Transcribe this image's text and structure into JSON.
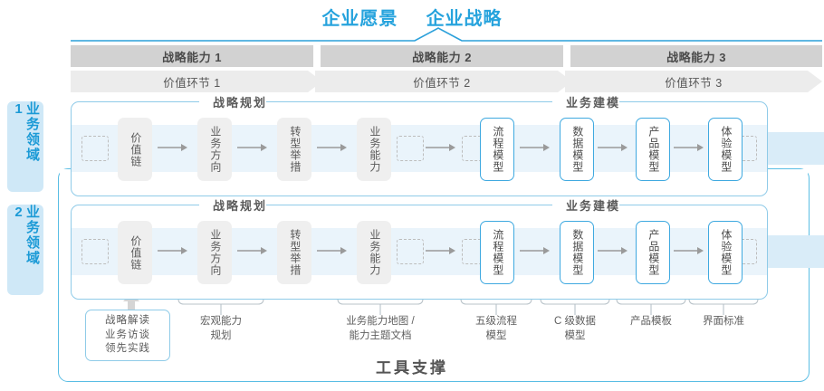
{
  "header": {
    "title_left": "企业愿景",
    "title_right": "企业战略",
    "accent_color": "#26a3dd"
  },
  "capabilities": [
    {
      "label": "战略能力 1"
    },
    {
      "label": "战略能力 2"
    },
    {
      "label": "战略能力 3"
    }
  ],
  "value_chain": [
    {
      "label": "价值环节 1"
    },
    {
      "label": "价值环节 2"
    },
    {
      "label": "价值环节 3"
    }
  ],
  "domains": [
    {
      "side_label": "业务领域 1",
      "sections": [
        {
          "title": "战略规划"
        },
        {
          "title": "业务建模"
        }
      ],
      "nodes": [
        {
          "label": "价值链",
          "style": "gray"
        },
        {
          "label": "业务方向",
          "style": "gray"
        },
        {
          "label": "转型举措",
          "style": "gray"
        },
        {
          "label": "业务能力",
          "style": "gray"
        },
        {
          "label": "流程模型",
          "style": "blue"
        },
        {
          "label": "数据模型",
          "style": "blue"
        },
        {
          "label": "产品模型",
          "style": "blue"
        },
        {
          "label": "体验模型",
          "style": "blue"
        }
      ]
    },
    {
      "side_label": "业务领域 2",
      "sections": [
        {
          "title": "战略规划"
        },
        {
          "title": "业务建模"
        }
      ],
      "nodes": [
        {
          "label": "价值链",
          "style": "gray"
        },
        {
          "label": "业务方向",
          "style": "gray"
        },
        {
          "label": "转型举措",
          "style": "gray"
        },
        {
          "label": "业务能力",
          "style": "gray"
        },
        {
          "label": "流程模型",
          "style": "blue"
        },
        {
          "label": "数据模型",
          "style": "blue"
        },
        {
          "label": "产品模型",
          "style": "blue"
        },
        {
          "label": "体验模型",
          "style": "blue"
        }
      ]
    }
  ],
  "tools": {
    "primary_box": "战略解读\n业务访谈\n领先实践",
    "primary_box_lines": [
      "战略解读",
      "业务访谈",
      "领先实践"
    ],
    "items": [
      {
        "lines": [
          "宏观能力",
          "规划"
        ]
      },
      {
        "lines": [
          "业务能力地图 /",
          "能力主题文档"
        ]
      },
      {
        "lines": [
          "五级流程",
          "模型"
        ]
      },
      {
        "lines": [
          "C 级数据",
          "模型"
        ]
      },
      {
        "lines": [
          "产品模板"
        ]
      },
      {
        "lines": [
          "界面标准"
        ]
      }
    ]
  },
  "footer": {
    "title": "工具支撑"
  },
  "colors": {
    "accent_blue": "#26a3dd",
    "node_blue_border": "#3fa9e0",
    "side_label_bg": "#cfe8f7",
    "header_gray": "#d2d2d2",
    "value_chain_gray": "#ececec",
    "band_blue": "#eaf4fb"
  }
}
